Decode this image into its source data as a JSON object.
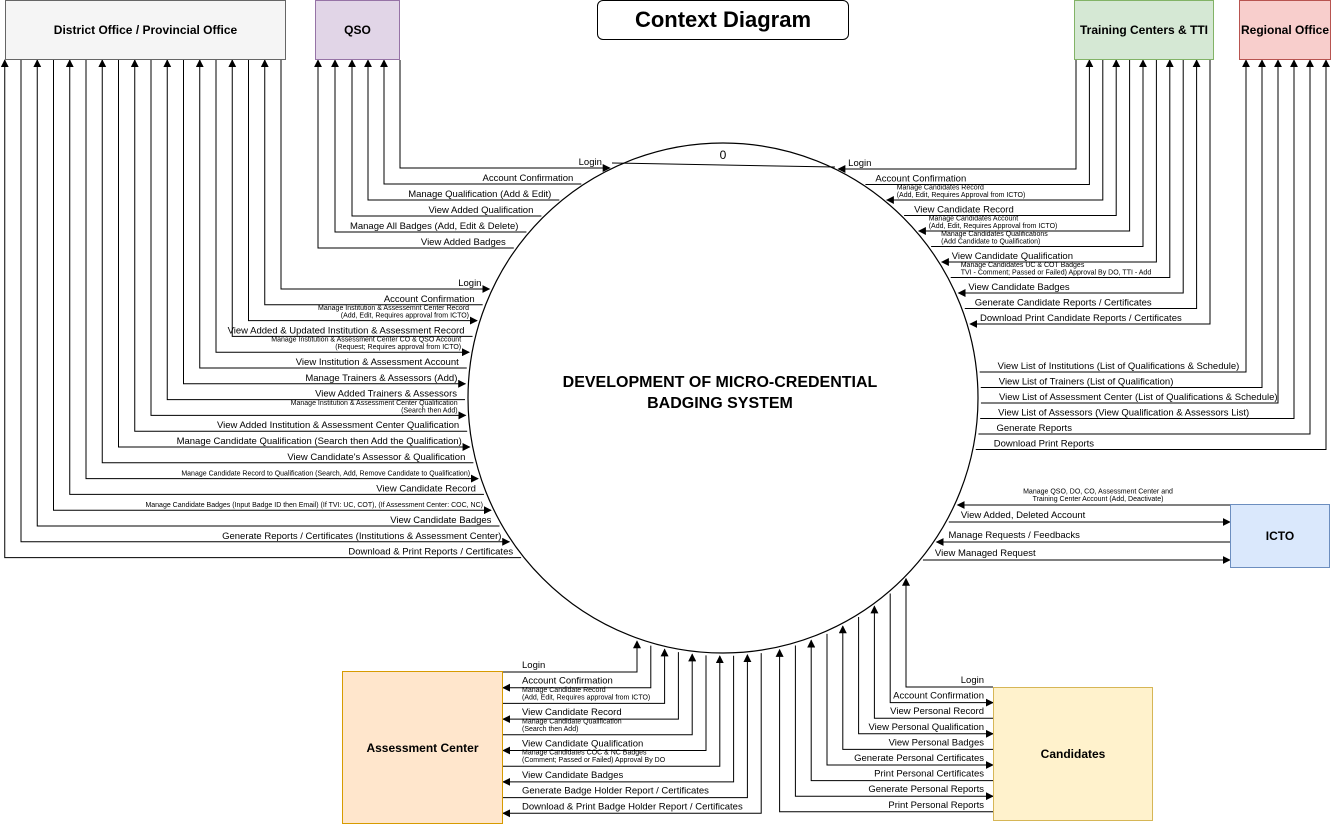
{
  "title": "Context Diagram",
  "process": {
    "line1": "DEVELOPMENT OF MICRO-CREDENTIAL",
    "line2": "BADGING SYSTEM",
    "number": "0"
  },
  "entities": {
    "district": "District Office / Provincial Office",
    "qso": "QSO",
    "training": "Training Centers & TTI",
    "regional": "Regional Office",
    "icto": "ICTO",
    "assessment": "Assessment Center",
    "candidates": "Candidates"
  },
  "colors": {
    "district": "#f5f5f5",
    "qso": "#e1d5e7",
    "training": "#d5e8d4",
    "regional": "#f8cecc",
    "icto": "#dae8fc",
    "assessment": "#ffe6cc",
    "candidates": "#fff2cc"
  },
  "flows": {
    "qso": [
      "Login",
      "Account Confirmation",
      "Manage Qualification (Add & Edit)",
      "View Added Qualification",
      "Manage All Badges (Add, Edit & Delete)",
      "View Added Badges"
    ],
    "district": [
      "Login",
      "Account Confirmation",
      "Manage Institution & Assessemnt Center Record|(Add, Edit, Requires approval from ICTO)",
      "View Added & Updated Institution & Assessment Record",
      "Manage Institution & Assessment Center CO & QSO Account|(Request; Requires approval from ICTO)",
      "View Institution & Assessment Account",
      "Manage Trainers & Assessors (Add)",
      "View Added Trainers & Assessors",
      "Manage Institution & Assessment Center Qualification|(Search then Add)",
      "View Added Institution & Assessment Center Qualification",
      "Manage Candidate Qualification (Search then Add the Qualification)",
      "View Candidate's Assessor & Qualification",
      "Manage Candidate Record to Qualification (Search, Add, Remove Candidate to Qualification)",
      "View Candidate Record",
      "Manage Candidate Badges (Input Badge ID then Email) (If TVI: UC, COT), (If Assessment Center: COC, NC)",
      "View Candidate  Badges",
      "Generate Reports / Certificates (Institutions & Assessment Center)",
      "Download & Print Reports / Certificates"
    ],
    "training": [
      "Login",
      "Account Confirmation",
      "Manage Candidates Record|(Add, Edit, Requires Approval from ICTO)",
      "View Candidate Record",
      "Manage Candidates Account|(Add, Edit, Requires Approval from ICTO)",
      "Manage Candidates Qualifications|(Add Candidate to Qualification)",
      "View Candidate Qualification",
      "Manage Candidates UC & COT Badges|TVI - Comment; Passed or Failed) Approval By DO, TTI - Add",
      "View Candidate Badges",
      "Generate Candidate Reports / Certificates",
      "Download Print Candidate Reports / Certificates"
    ],
    "regional": [
      "View List of Institutions (List of Qualifications & Schedule)",
      "View List of Trainers (List of Qualification)",
      "View List of Assessment Center (List of Qualifications & Schedule)",
      "View List of Assessors (View Qualification & Assessors List)",
      "Generate Reports",
      "Download Print Reports"
    ],
    "icto": [
      "Manage QSO, DO, CO, Assessment Center and|Training Center Account (Add, Deactivate)",
      "View Added, Deleted Account",
      "Manage Requests / Feedbacks",
      "View Managed Request"
    ],
    "assessment": [
      "Login",
      "Account Confirmation",
      "Manage Candidate Record|(Add, Edit, Requires approval from ICTO)",
      "View Candidate Record",
      "Manage Candidate Qualification|(Search then Add)",
      "View Candidate Qualification",
      "Manage Candidates COC & NC Badges|(Comment; Passed or Failed) Approval By DO",
      "View Candidate Badges",
      "Generate Badge Holder Report / Certificates",
      "Download & Print Badge Holder Report / Certificates"
    ],
    "candidates": [
      "Login",
      "Account Confirmation",
      "View Personal Record",
      "View Personal Qualification",
      "View Personal Badges",
      "Generate Personal Certificates",
      "Print Personal Certificates",
      "Generate Personal Reports",
      "Print Personal Reports"
    ]
  }
}
